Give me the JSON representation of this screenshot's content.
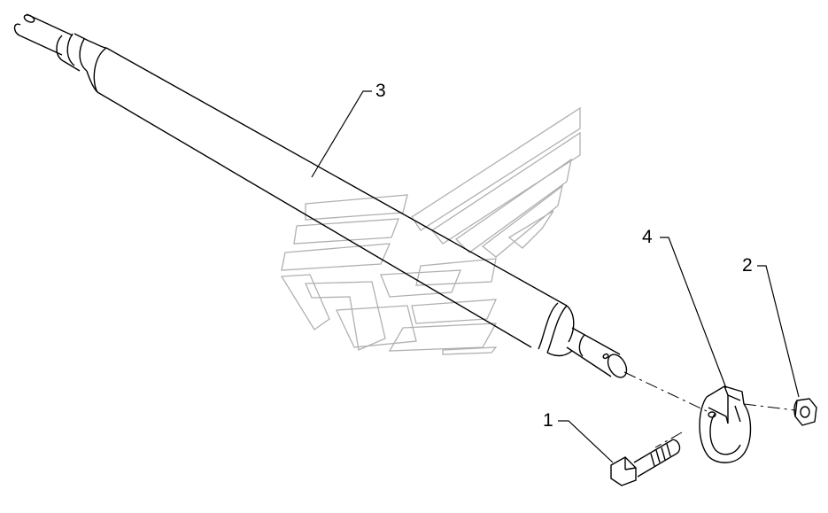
{
  "diagram": {
    "callouts": [
      {
        "id": "bolt",
        "label": "1"
      },
      {
        "id": "nut",
        "label": "2"
      },
      {
        "id": "shaft",
        "label": "3"
      },
      {
        "id": "clamp",
        "label": "4"
      }
    ],
    "colors": {
      "line": "#000000",
      "background": "#ffffff",
      "watermark": "#b0b0b0"
    }
  }
}
